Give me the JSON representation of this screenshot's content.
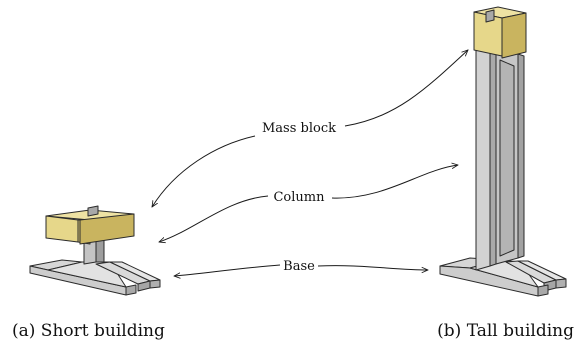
{
  "labels": {
    "mass_block": "Mass block",
    "column": "Column",
    "base": "Base"
  },
  "captions": {
    "short": "(a) Short building",
    "tall": "(b) Tall building"
  },
  "colors": {
    "mass_block_front": "#e6d78a",
    "mass_block_side": "#c9b45f",
    "steel_light": "#d8d8d8",
    "steel_mid": "#bcbcbc",
    "steel_dark": "#9a9a9a"
  }
}
